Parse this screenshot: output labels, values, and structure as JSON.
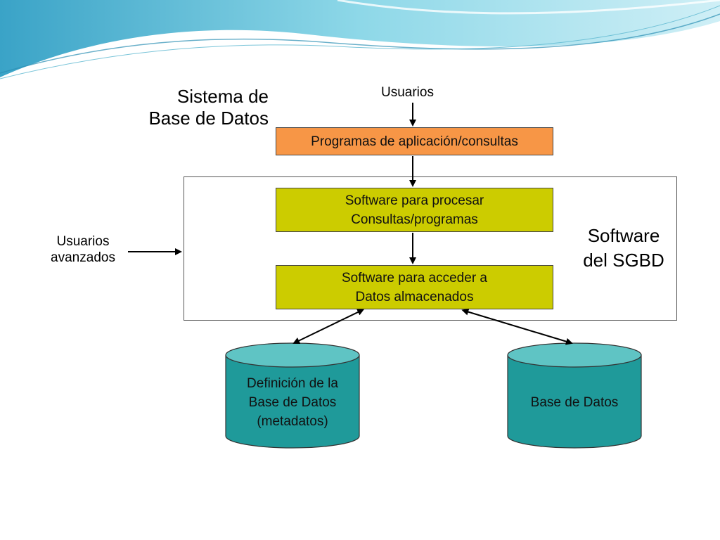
{
  "title": {
    "line1": "Sistema de",
    "line2": "Base de Datos"
  },
  "labels": {
    "usuarios": "Usuarios",
    "usuarios_avanzados_1": "Usuarios",
    "usuarios_avanzados_2": "avanzados",
    "software_sgbd_1": "Software",
    "software_sgbd_2": "del SGBD"
  },
  "boxes": {
    "programas": "Programas de aplicación/consultas",
    "procesar_1": "Software para procesar",
    "procesar_2": "Consultas/programas",
    "acceder_1": "Software para acceder a",
    "acceder_2": "Datos almacenados"
  },
  "cylinders": {
    "definicion_1": "Definición de la",
    "definicion_2": "Base de Datos",
    "definicion_3": "(metadatos)",
    "base_datos": "Base de Datos"
  },
  "colors": {
    "programas_fill": "#f79646",
    "software_fill": "#cccc00",
    "cylinder_fill": "#1f9a9a",
    "cylinder_top": "#5fc4c4",
    "banner": "#7fd3e3"
  }
}
